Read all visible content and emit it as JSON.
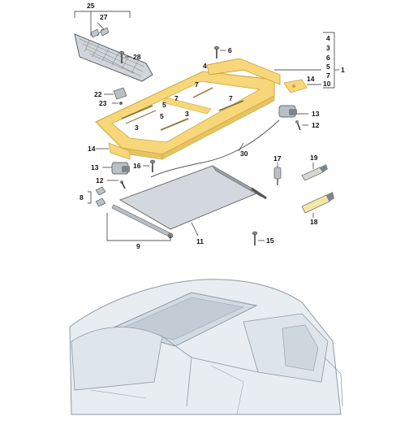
{
  "callouts": {
    "n25": "25",
    "n27": "27",
    "n28": "28",
    "n6": "6",
    "n22": "22",
    "n23": "23",
    "n4a": "4",
    "n7a": "7",
    "n7b": "7",
    "n5a": "5",
    "n3a": "3",
    "n5b": "5",
    "n3b": "3",
    "n7c": "7",
    "r4": "4",
    "r3": "3",
    "r6": "6",
    "r5": "5",
    "r7": "7",
    "r10": "10",
    "r1": "1",
    "n14a": "14",
    "n13a": "13",
    "n12a": "12",
    "n30": "30",
    "n14b": "14",
    "n16": "16",
    "n17": "17",
    "n19": "19",
    "n13b": "13",
    "n12b": "12",
    "n8": "8",
    "n18": "18",
    "n9": "9",
    "n11": "11",
    "n15": "15"
  },
  "colors": {
    "highlight": "#f7d77a",
    "highlight_edge": "#c9a53a",
    "part_grey": "#b9c0c6",
    "part_dark": "#7d858c",
    "car_body": "#e8edf2",
    "car_line": "#8f99a3"
  }
}
